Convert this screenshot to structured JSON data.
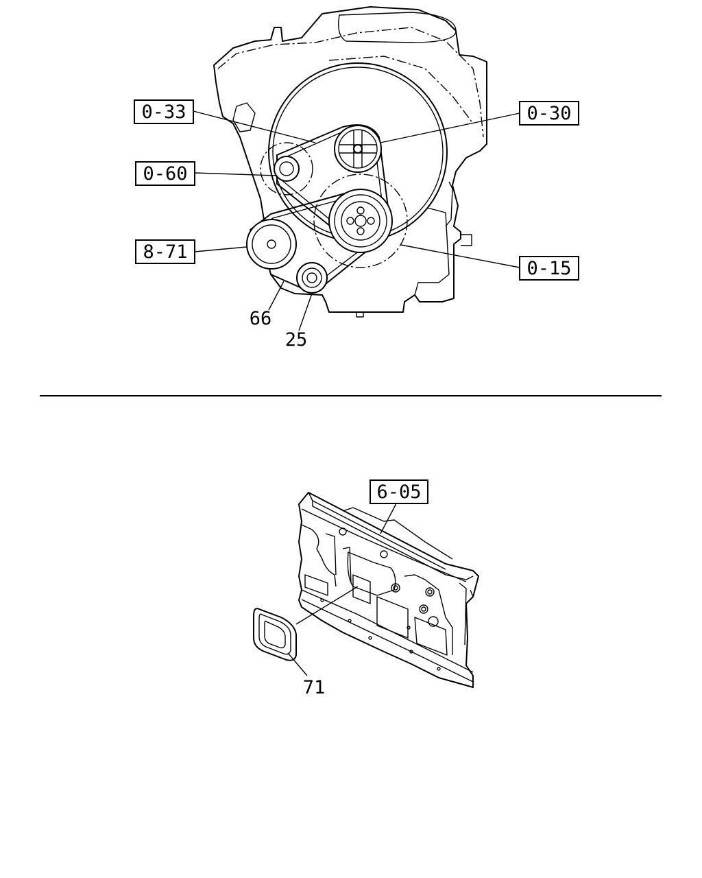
{
  "engine_view": {
    "callouts": {
      "c0_33": "0-33",
      "c0_30": "0-30",
      "c0_60": "0-60",
      "c8_71": "8-71",
      "c0_15": "0-15"
    },
    "part_numbers": {
      "p66": "66",
      "p25": "25"
    }
  },
  "panel_view": {
    "callouts": {
      "c6_05": "6-05"
    },
    "part_numbers": {
      "p71": "71"
    }
  }
}
